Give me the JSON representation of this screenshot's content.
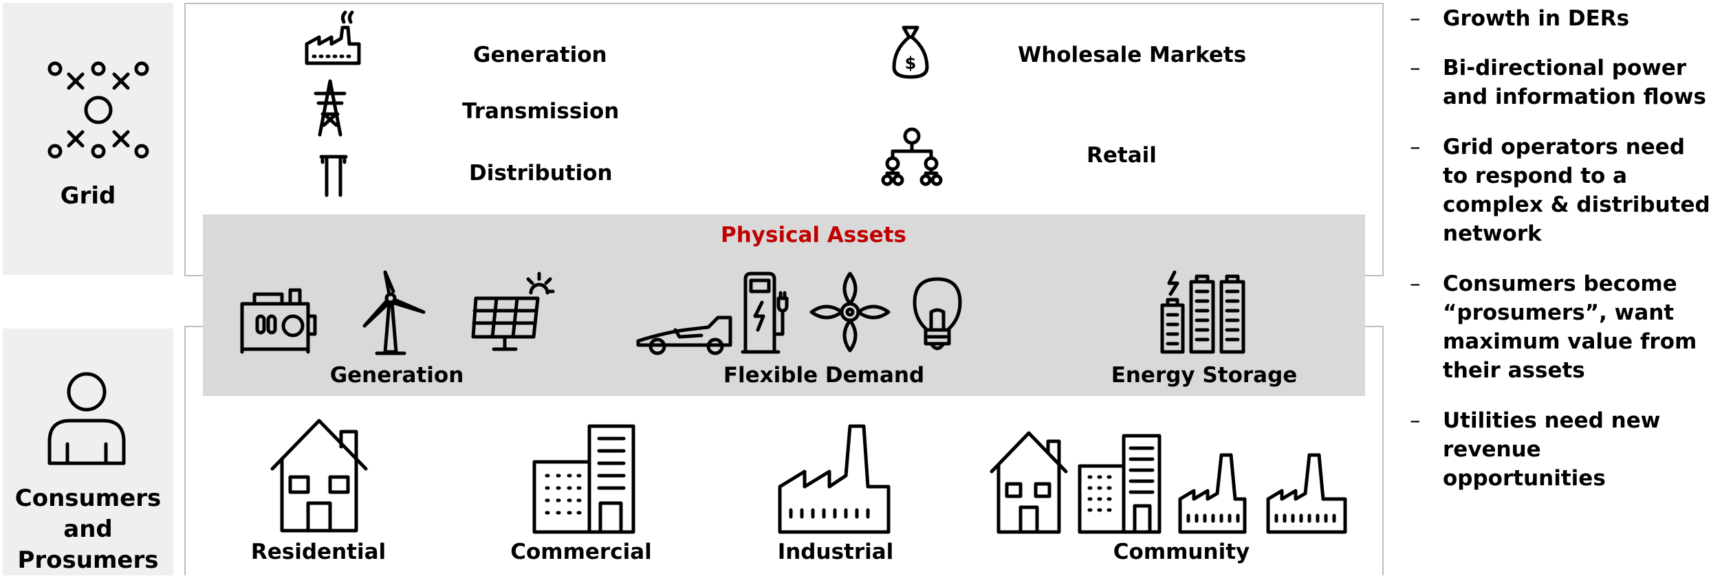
{
  "grid": {
    "label": "Grid",
    "functions": [
      "Generation",
      "Transmission",
      "Distribution"
    ],
    "markets": [
      "Wholesale Markets",
      "Retail"
    ]
  },
  "assets": {
    "title": "Physical Assets",
    "title_color": "#c00000",
    "groups": [
      "Generation",
      "Flexible Demand",
      "Energy Storage"
    ]
  },
  "consumers": {
    "label": "Consumers and Prosumers",
    "types": [
      "Residential",
      "Commercial",
      "Industrial",
      "Community"
    ]
  },
  "bullets": [
    "Growth in DERs",
    "Bi-directional power and information flows",
    "Grid operators need to respond to a complex & distributed network",
    "Consumers become “prosumers”, want maximum value from their assets",
    "Utilities need new revenue opportunities"
  ],
  "bullet_marker": "–"
}
